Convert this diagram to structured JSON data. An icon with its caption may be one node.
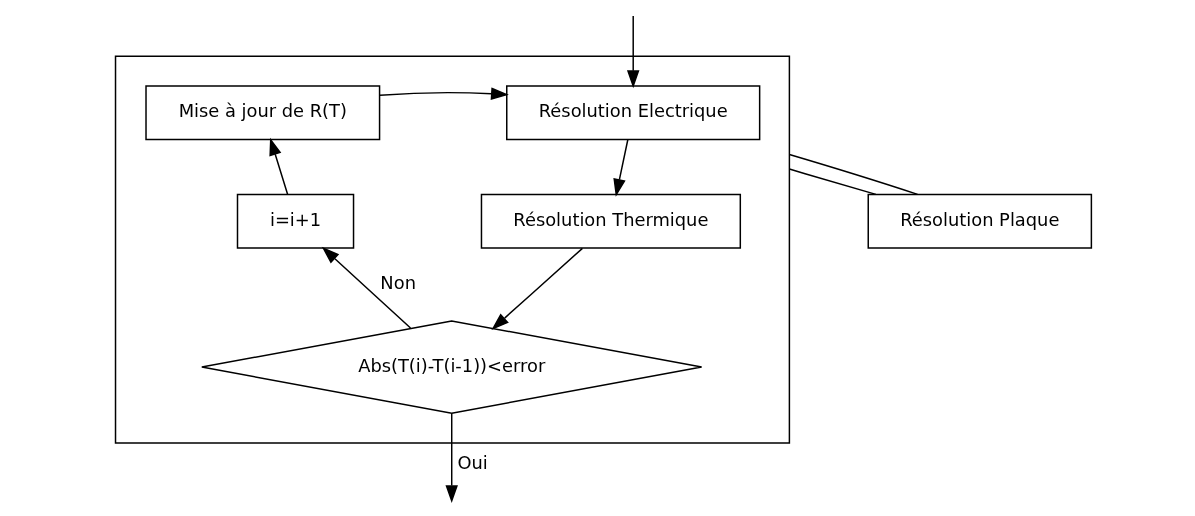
{
  "diagram": {
    "nodes": [
      {
        "text": [
          "Résolution Plaque"
        ]
      },
      {
        "text": [],
        "shape": "box"
      },
      {
        "text": [
          "Résolution Electrique"
        ],
        "in": 1
      },
      {
        "text": [
          "Résolution Thermique"
        ],
        "in": 1
      },
      {
        "text": [
          "Abs(T(i)-T(i-1))<error"
        ],
        "in": 1
      },
      {
        "text": [
          "i=i+1"
        ],
        "in": 1
      },
      {
        "text": [
          "Mise à jour de R(T)"
        ],
        "in": 1
      }
    ],
    "edges": [
      {
        "from": 0,
        "to": 1,
        "arrow": "none"
      },
      {
        "from": 0,
        "to": 1,
        "arrow": "none"
      },
      {
        "from": null,
        "to": 2,
        "arrow": "to"
      },
      {
        "from": 2,
        "to": 3,
        "arrow": "to"
      },
      {
        "from": 3,
        "to": 4,
        "arrow": "to"
      },
      {
        "from": 4,
        "to": 5,
        "arrow": "to",
        "label": "Non"
      },
      {
        "from": 5,
        "to": 6,
        "arrow": "to"
      },
      {
        "from": 6,
        "to": 2,
        "arrow": "to"
      },
      {
        "from": 4,
        "to": null,
        "arrow": "to",
        "label": "Oui"
      }
    ]
  }
}
